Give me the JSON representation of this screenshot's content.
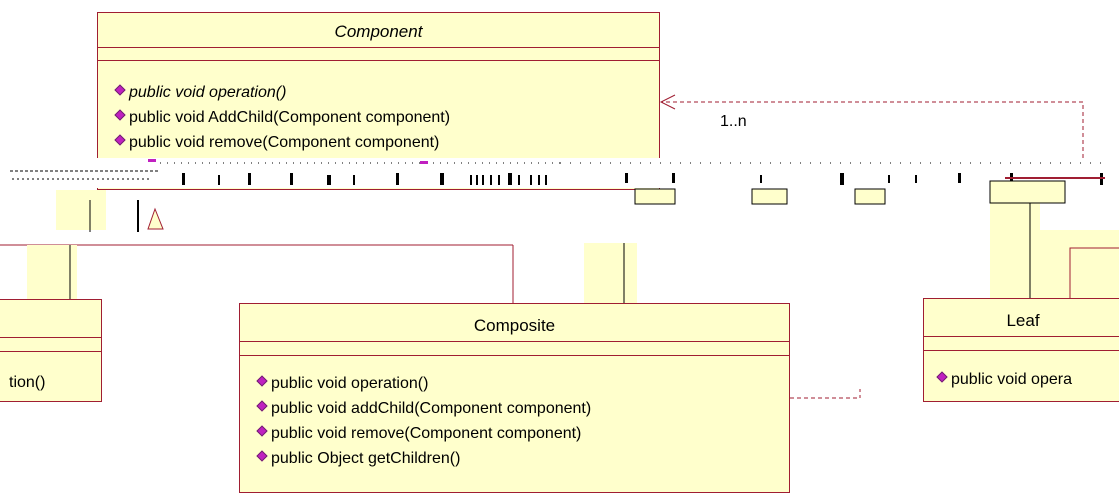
{
  "component": {
    "name": "Component",
    "operations": [
      {
        "text": "public void operation()",
        "italic": true
      },
      {
        "text": "public void AddChild(Component component)",
        "italic": false
      },
      {
        "text": "public void remove(Component component)",
        "italic": false
      }
    ]
  },
  "composite": {
    "name": "Composite",
    "operations": [
      "public void operation()",
      "public void addChild(Component component)",
      "public void remove(Component component)",
      "public Object getChildren()"
    ]
  },
  "leaf": {
    "name": "Leaf",
    "operations": [
      "public void opera"
    ]
  },
  "left_partial": {
    "operations": [
      "tion()"
    ]
  },
  "association": {
    "multiplicity": "1..n"
  },
  "colors": {
    "class_fill": "#ffffcc",
    "class_border": "#a01e32",
    "operation_marker": "#c020c0",
    "connector": "#a01e32"
  }
}
